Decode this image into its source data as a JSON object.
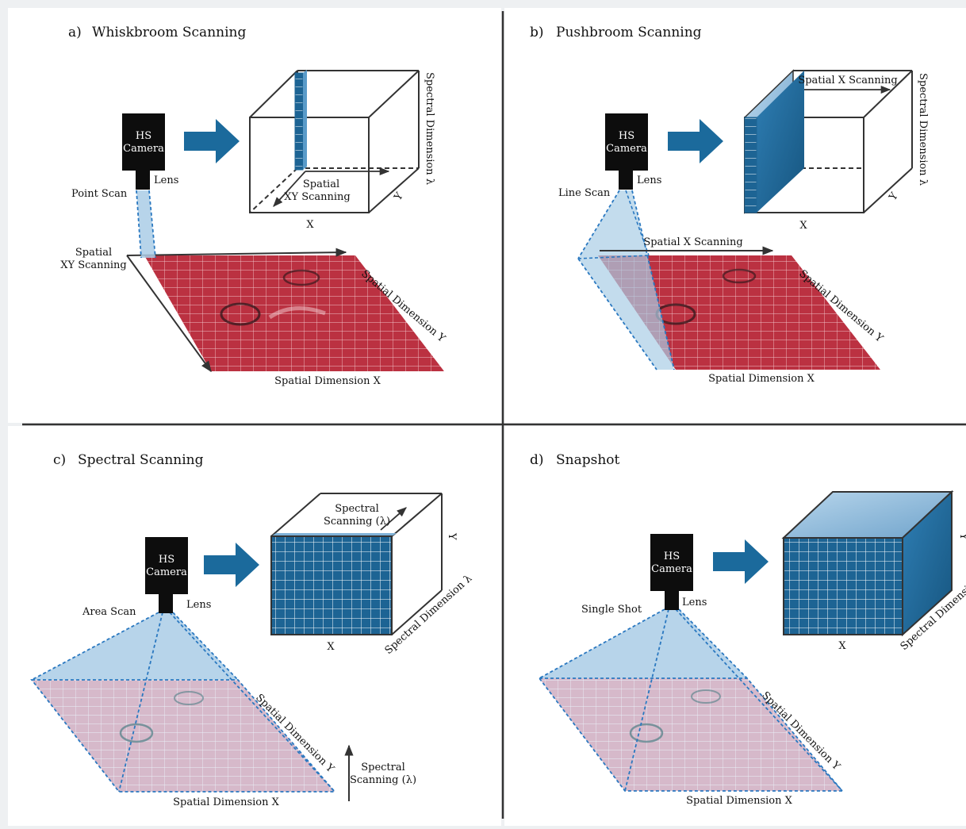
{
  "panels": {
    "a": {
      "letter": "a)",
      "title": "Whiskbroom Scanning",
      "camera": [
        "HS",
        "Camera"
      ],
      "lens": "Lens",
      "scan_label": "Point Scan",
      "scan_motion": [
        "Spatial",
        "XY Scanning"
      ],
      "cube_scan": [
        "Spatial",
        "XY Scanning"
      ],
      "cube_x": "X",
      "cube_y": "Y",
      "cube_lambda": "Spectral Dimension λ",
      "plane_x": "Spatial Dimension X",
      "plane_y": "Spatial Dimension Y"
    },
    "b": {
      "letter": "b)",
      "title": "Pushbroom Scanning",
      "camera": [
        "HS",
        "Camera"
      ],
      "lens": "Lens",
      "scan_label": "Line Scan",
      "scan_motion": "Spatial X Scanning",
      "cube_scan": "Spatial X Scanning",
      "cube_x": "X",
      "cube_y": "Y",
      "cube_lambda": "Spectral Dimension λ",
      "plane_x": "Spatial Dimension X",
      "plane_y": "Spatial Dimension Y"
    },
    "c": {
      "letter": "c)",
      "title": "Spectral Scanning",
      "camera": [
        "HS",
        "Camera"
      ],
      "lens": "Lens",
      "scan_label": "Area Scan",
      "cube_scan": [
        "Spectral",
        "Scanning (λ)"
      ],
      "side_scan": [
        "Spectral",
        "Scanning (λ)"
      ],
      "cube_x": "X",
      "cube_y": "Y",
      "cube_lambda": "Spectral Dimension λ",
      "plane_x": "Spatial Dimension X",
      "plane_y": "Spatial Dimension Y"
    },
    "d": {
      "letter": "d)",
      "title": "Snapshot",
      "camera": [
        "HS",
        "Camera"
      ],
      "lens": "Lens",
      "scan_label": "Single Shot",
      "cube_x": "X",
      "cube_y": "Y",
      "cube_lambda": "Spectral Dimension λ",
      "plane_x": "Spatial Dimension X",
      "plane_y": "Spatial Dimension Y"
    }
  },
  "colors": {
    "arrow_blue": "#1b6a9c",
    "cube_face": "#1d6494",
    "cube_top": "#8db9da",
    "sample_red": "#b3283a",
    "sample_faded": "#dfa9b8",
    "beam_fill": "#aacde6",
    "beam_line": "#2a78c0",
    "divider": "#333333",
    "background": "#eef0f2",
    "panel": "#ffffff"
  }
}
